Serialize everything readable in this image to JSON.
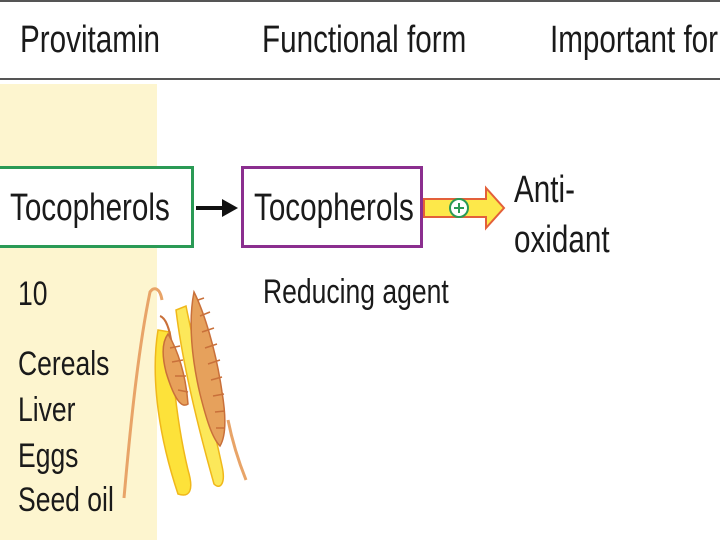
{
  "header": {
    "provitamin": "Provitamin",
    "functional_form": "Functional form",
    "important_for": "Important for"
  },
  "provitamin": {
    "name": "Tocopherols",
    "amount": "10",
    "sources": [
      "Cereals",
      "Liver",
      "Eggs",
      "Seed oil"
    ]
  },
  "functional": {
    "name": "Tocopherols",
    "role": "Reducing agent"
  },
  "importance": {
    "line1": "Anti-",
    "line2": "oxidant"
  },
  "colors": {
    "provitamin_background": "#fdf5cf",
    "provitamin_box_border": "#2a9a55",
    "functional_box_border": "#8b2f8f",
    "effect_arrow_fill": "#fde84a",
    "effect_arrow_outline": "#e3603a",
    "plus_circle": "#2a9a55"
  },
  "icons": {
    "conversion_arrow": "black-right-arrow-icon",
    "effect_arrow": "yellow-block-arrow-icon",
    "positive_effect": "plus-circle-icon",
    "illustration": "wheat-ears-icon"
  }
}
